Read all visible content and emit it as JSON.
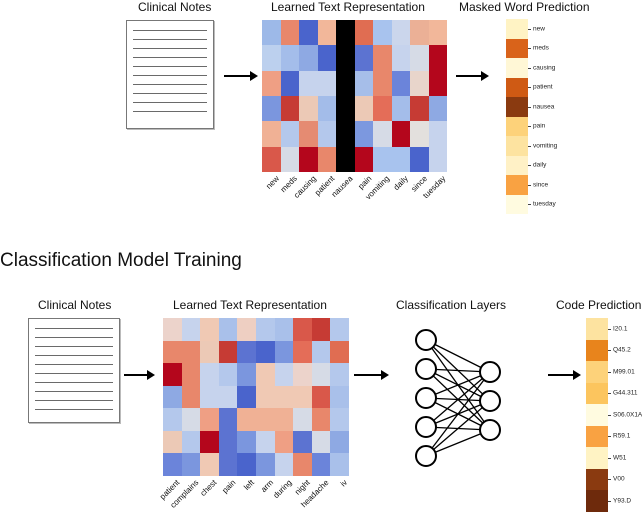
{
  "top": {
    "notes_title": "Clinical Notes",
    "repr_title": "Learned Text Representation",
    "pred_title": "Masked Word Prediction",
    "words": [
      "new",
      "meds",
      "causing",
      "patient",
      "nausea",
      "pain",
      "vomiting",
      "daily",
      "since",
      "tuesday"
    ],
    "heatmap": [
      [
        "#9db9e8",
        "#e8876b",
        "#4a64cc",
        "#f2b79a",
        "#000000",
        "#e06d52",
        "#a8c3ee",
        "#cbd6ec",
        "#ebb096",
        "#f2b79a"
      ],
      [
        "#bcd0ee",
        "#a4bdea",
        "#8ea9e3",
        "#4a64cc",
        "#000000",
        "#5c73d1",
        "#e8876b",
        "#c6d3ed",
        "#d6dbe6",
        "#b4061c"
      ],
      [
        "#ef9f84",
        "#4a64cc",
        "#c6d3ed",
        "#c6d3ed",
        "#000000",
        "#a6bee9",
        "#e8876b",
        "#6b84da",
        "#e8d5cb",
        "#b4061c"
      ],
      [
        "#7b96de",
        "#c63b34",
        "#ecc9b6",
        "#a3bce9",
        "#000000",
        "#ecc9b6",
        "#e46d58",
        "#a4bdea",
        "#c63b34",
        "#8ea9e3"
      ],
      [
        "#f0b195",
        "#b4c8ec",
        "#e58b72",
        "#b4c8ec",
        "#000000",
        "#7c98df",
        "#d6dbe6",
        "#b4061c",
        "#e3e0dd",
        "#c6d3ed"
      ],
      [
        "#d9584a",
        "#d6dbe6",
        "#b4061c",
        "#e8876b",
        "#000000",
        "#b4061c",
        "#a8c3ee",
        "#a8c3ee",
        "#4a64cc",
        "#c6d3ed"
      ]
    ],
    "pred_labels": [
      "new",
      "meds",
      "causing",
      "patient",
      "nausea",
      "pain",
      "vomiting",
      "daily",
      "since",
      "tuesday"
    ],
    "pred_colors": [
      "#fff3c4",
      "#d9631a",
      "#fff7d6",
      "#cf5a14",
      "#8a3a10",
      "#fdd27a",
      "#fde3a0",
      "#fff1c6",
      "#f9a242",
      "#fffbe0"
    ]
  },
  "bottom": {
    "section_title": "Classification Model Training",
    "notes_title": "Clinical Notes",
    "repr_title": "Learned Text Representation",
    "layers_title": "Classification Layers",
    "pred_title": "Code Prediction",
    "words": [
      "patient",
      "complains",
      "chest",
      "pain",
      "left",
      "arm",
      "during",
      "night",
      "headache",
      "iv"
    ],
    "heatmap": [
      [
        "#ecd3cb",
        "#c6d3ed",
        "#f0c9b4",
        "#a9c0ea",
        "#eecfc2",
        "#b4c8ec",
        "#a9c0ea",
        "#d9584a",
        "#c63b34",
        "#b4c8ec"
      ],
      [
        "#e8876b",
        "#e8876b",
        "#ecc9b6",
        "#c63b34",
        "#5c73d1",
        "#4a64cc",
        "#7b96de",
        "#e46d58",
        "#b4c8ec",
        "#e06d52"
      ],
      [
        "#b4061c",
        "#e8876b",
        "#c6d3ed",
        "#b4c8ec",
        "#7b96de",
        "#f0c9b4",
        "#c6d3ed",
        "#ecd3cb",
        "#d6dbe6",
        "#b4c8ec"
      ],
      [
        "#8ea9e3",
        "#e8876b",
        "#c6d3ed",
        "#c6d3ed",
        "#4a64cc",
        "#f0c9b4",
        "#f0c9b4",
        "#f0c9b4",
        "#d9584a",
        "#a9c0ea"
      ],
      [
        "#b4c8ec",
        "#d6dbe6",
        "#ef9f84",
        "#5c73d1",
        "#f0b195",
        "#f0b195",
        "#f0b195",
        "#d6dbe6",
        "#e8876b",
        "#b4c8ec"
      ],
      [
        "#ecc9b6",
        "#b4c8ec",
        "#b4061c",
        "#5c73d1",
        "#7b96de",
        "#c6d3ed",
        "#ef9f84",
        "#5c73d1",
        "#d6dbe6",
        "#8ea9e3"
      ],
      [
        "#6b84da",
        "#7b96de",
        "#f0c9b4",
        "#5c73d1",
        "#4a64cc",
        "#7b96de",
        "#c6d3ed",
        "#e8876b",
        "#6b84da",
        "#a9c0ea"
      ]
    ],
    "pred_labels": [
      "I20.1",
      "Q45.2",
      "M99.01",
      "G44.311",
      "S06.0X1A",
      "R59.1",
      "W51",
      "V00",
      "Y93.D"
    ],
    "pred_colors": [
      "#fde3a0",
      "#e8841c",
      "#fdd27a",
      "#fcc55e",
      "#fffbe0",
      "#f9a242",
      "#fff3c4",
      "#8a3a10",
      "#6e2a0c"
    ]
  }
}
